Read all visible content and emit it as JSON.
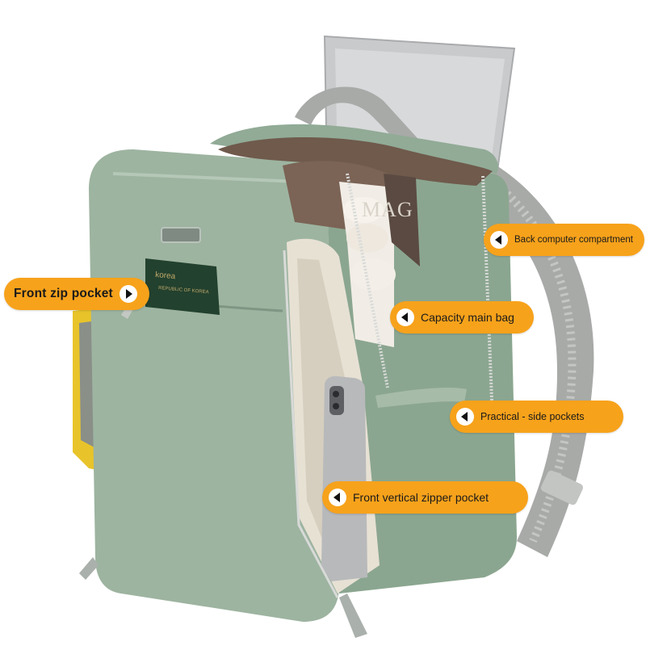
{
  "callouts": {
    "back_computer": "Back computer compartment",
    "front_zip": "Front zip pocket",
    "capacity_main": "Capacity main bag",
    "side_pockets": "Practical - side pockets",
    "front_vertical": "Front vertical zipper pocket"
  },
  "passport": {
    "line1": "korea",
    "line2": "REPUBLIC OF KOREA"
  },
  "magazine_text": "MAG",
  "colors": {
    "callout_bg": "#f7a21b",
    "bag_green": "#9db4a0",
    "laptop_silver": "#c9cacc",
    "strap_gray": "#a8aaa8"
  }
}
